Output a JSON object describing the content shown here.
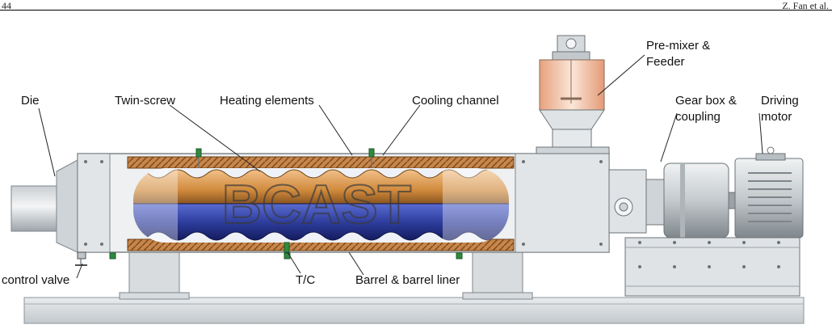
{
  "header": {
    "page_number": "44",
    "running_head": "Z. Fan et al."
  },
  "logo_text": "BCAST",
  "labels": {
    "die": "Die",
    "twin_screw": "Twin-screw",
    "heating_elements": "Heating elements",
    "cooling_channel": "Cooling channel",
    "premixer_line1": "Pre-mixer &",
    "premixer_line2": "Feeder",
    "gearbox_line1": "Gear box &",
    "gearbox_line2": "coupling",
    "motor_line1": "Driving",
    "motor_line2": "motor",
    "control_valve": "control valve",
    "tc": "T/C",
    "barrel": "Barrel & barrel liner"
  },
  "colors": {
    "screw_upper": "#d08a3c",
    "screw_lower": "#2e3e9e",
    "liner": "#c8864a",
    "steel": "#d9dde0",
    "frame": "#9aa3a8"
  }
}
